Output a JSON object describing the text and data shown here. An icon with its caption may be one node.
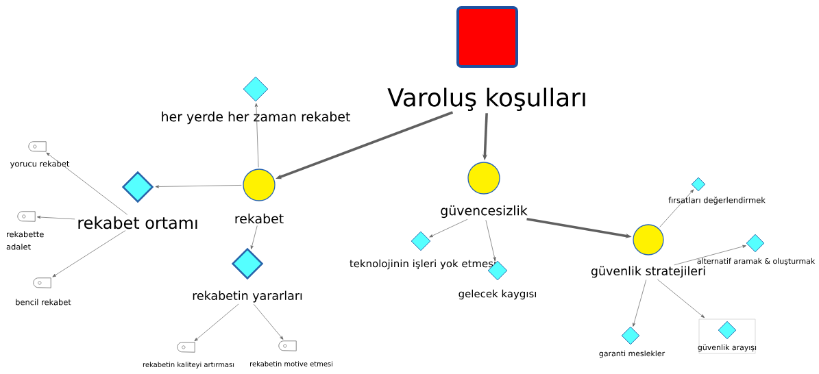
{
  "diagram": {
    "nodes": [
      {
        "text": [
          "Varoluş koşulları"
        ]
      },
      {
        "text": [
          "her yerde her zaman rekabet"
        ]
      },
      {
        "text": [
          "rekabet"
        ]
      },
      {
        "text": [
          "rekabet ortamı"
        ]
      },
      {
        "text": [
          "yorucu rekabet"
        ]
      },
      {
        "text": [
          "rekabette adalet"
        ]
      },
      {
        "text": [
          "bencil rekabet"
        ]
      },
      {
        "text": [
          "rekabetin yararları"
        ]
      },
      {
        "text": [
          "rekabetin kaliteyi artırması"
        ]
      },
      {
        "text": [
          "rekabetin motive etmesi"
        ]
      },
      {
        "text": [
          "güvencesizlik"
        ]
      },
      {
        "text": [
          "teknolojinin işleri yok etmesi"
        ]
      },
      {
        "text": [
          "gelecek kaygısı"
        ]
      },
      {
        "text": [
          "güvenlik stratejileri"
        ]
      },
      {
        "text": [
          "fırsatları değerlendirmek"
        ]
      },
      {
        "text": [
          "alternatif aramak & oluşturmak"
        ]
      },
      {
        "text": [
          "garanti meslekler"
        ]
      },
      {
        "text": [
          "güvenlik arayışı"
        ]
      }
    ],
    "edges": [
      {
        "from": 0,
        "to": 2,
        "arrow": "to",
        "style": "thick"
      },
      {
        "from": 0,
        "to": 10,
        "arrow": "to",
        "style": "thick"
      },
      {
        "from": 10,
        "to": 13,
        "arrow": "to",
        "style": "thick"
      },
      {
        "from": 2,
        "to": 1,
        "arrow": "to"
      },
      {
        "from": 2,
        "to": 3,
        "arrow": "to"
      },
      {
        "from": 2,
        "to": 7,
        "arrow": "to"
      },
      {
        "from": 3,
        "to": 4,
        "arrow": "to"
      },
      {
        "from": 3,
        "to": 5,
        "arrow": "to"
      },
      {
        "from": 3,
        "to": 6,
        "arrow": "to"
      },
      {
        "from": 7,
        "to": 8,
        "arrow": "to"
      },
      {
        "from": 7,
        "to": 9,
        "arrow": "to"
      },
      {
        "from": 10,
        "to": 11,
        "arrow": "to"
      },
      {
        "from": 10,
        "to": 12,
        "arrow": "to"
      },
      {
        "from": 13,
        "to": 14,
        "arrow": "to"
      },
      {
        "from": 13,
        "to": 15,
        "arrow": "to"
      },
      {
        "from": 13,
        "to": 16,
        "arrow": "to"
      },
      {
        "from": 13,
        "to": 17,
        "arrow": "to"
      }
    ]
  }
}
